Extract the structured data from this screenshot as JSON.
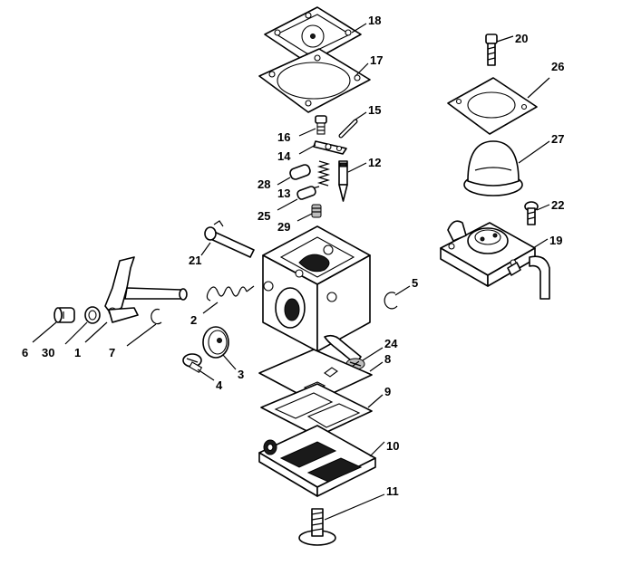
{
  "callouts": {
    "c1": "1",
    "c2": "2",
    "c3": "3",
    "c4": "4",
    "c5": "5",
    "c6": "6",
    "c7": "7",
    "c8": "8",
    "c9": "9",
    "c10": "10",
    "c11": "11",
    "c12": "12",
    "c13": "13",
    "c14": "14",
    "c15": "15",
    "c16": "16",
    "c17": "17",
    "c18": "18",
    "c19": "19",
    "c20": "20",
    "c21": "21",
    "c22": "22",
    "c24": "24",
    "c25": "25",
    "c26": "26",
    "c27": "27",
    "c28": "28",
    "c29": "29",
    "c30": "30"
  }
}
